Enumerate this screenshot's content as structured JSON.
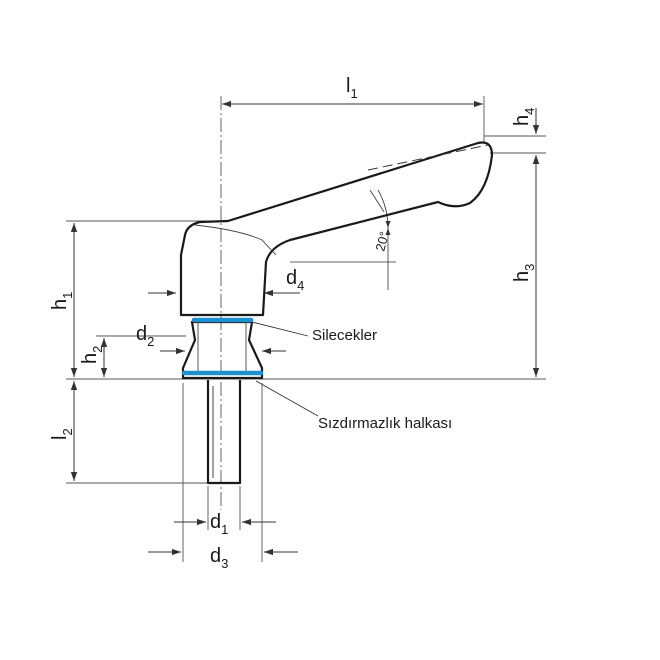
{
  "colors": {
    "ink": "#1a1a1a",
    "dim_line": "#3a3a3a",
    "seal": "#1e90d0"
  },
  "dimensions": {
    "l1": {
      "main": "l",
      "sub": "1"
    },
    "l2": {
      "main": "l",
      "sub": "2"
    },
    "h1": {
      "main": "h",
      "sub": "1"
    },
    "h2": {
      "main": "h",
      "sub": "2"
    },
    "h3": {
      "main": "h",
      "sub": "3"
    },
    "h4": {
      "main": "h",
      "sub": "4"
    },
    "d1": {
      "main": "d",
      "sub": "1"
    },
    "d2": {
      "main": "d",
      "sub": "2"
    },
    "d3": {
      "main": "d",
      "sub": "3"
    },
    "d4": {
      "main": "d",
      "sub": "4"
    }
  },
  "angle_label": "20°",
  "callouts": {
    "wipers": "Silecekler",
    "seal_ring": "Sızdırmazlık halkası"
  }
}
